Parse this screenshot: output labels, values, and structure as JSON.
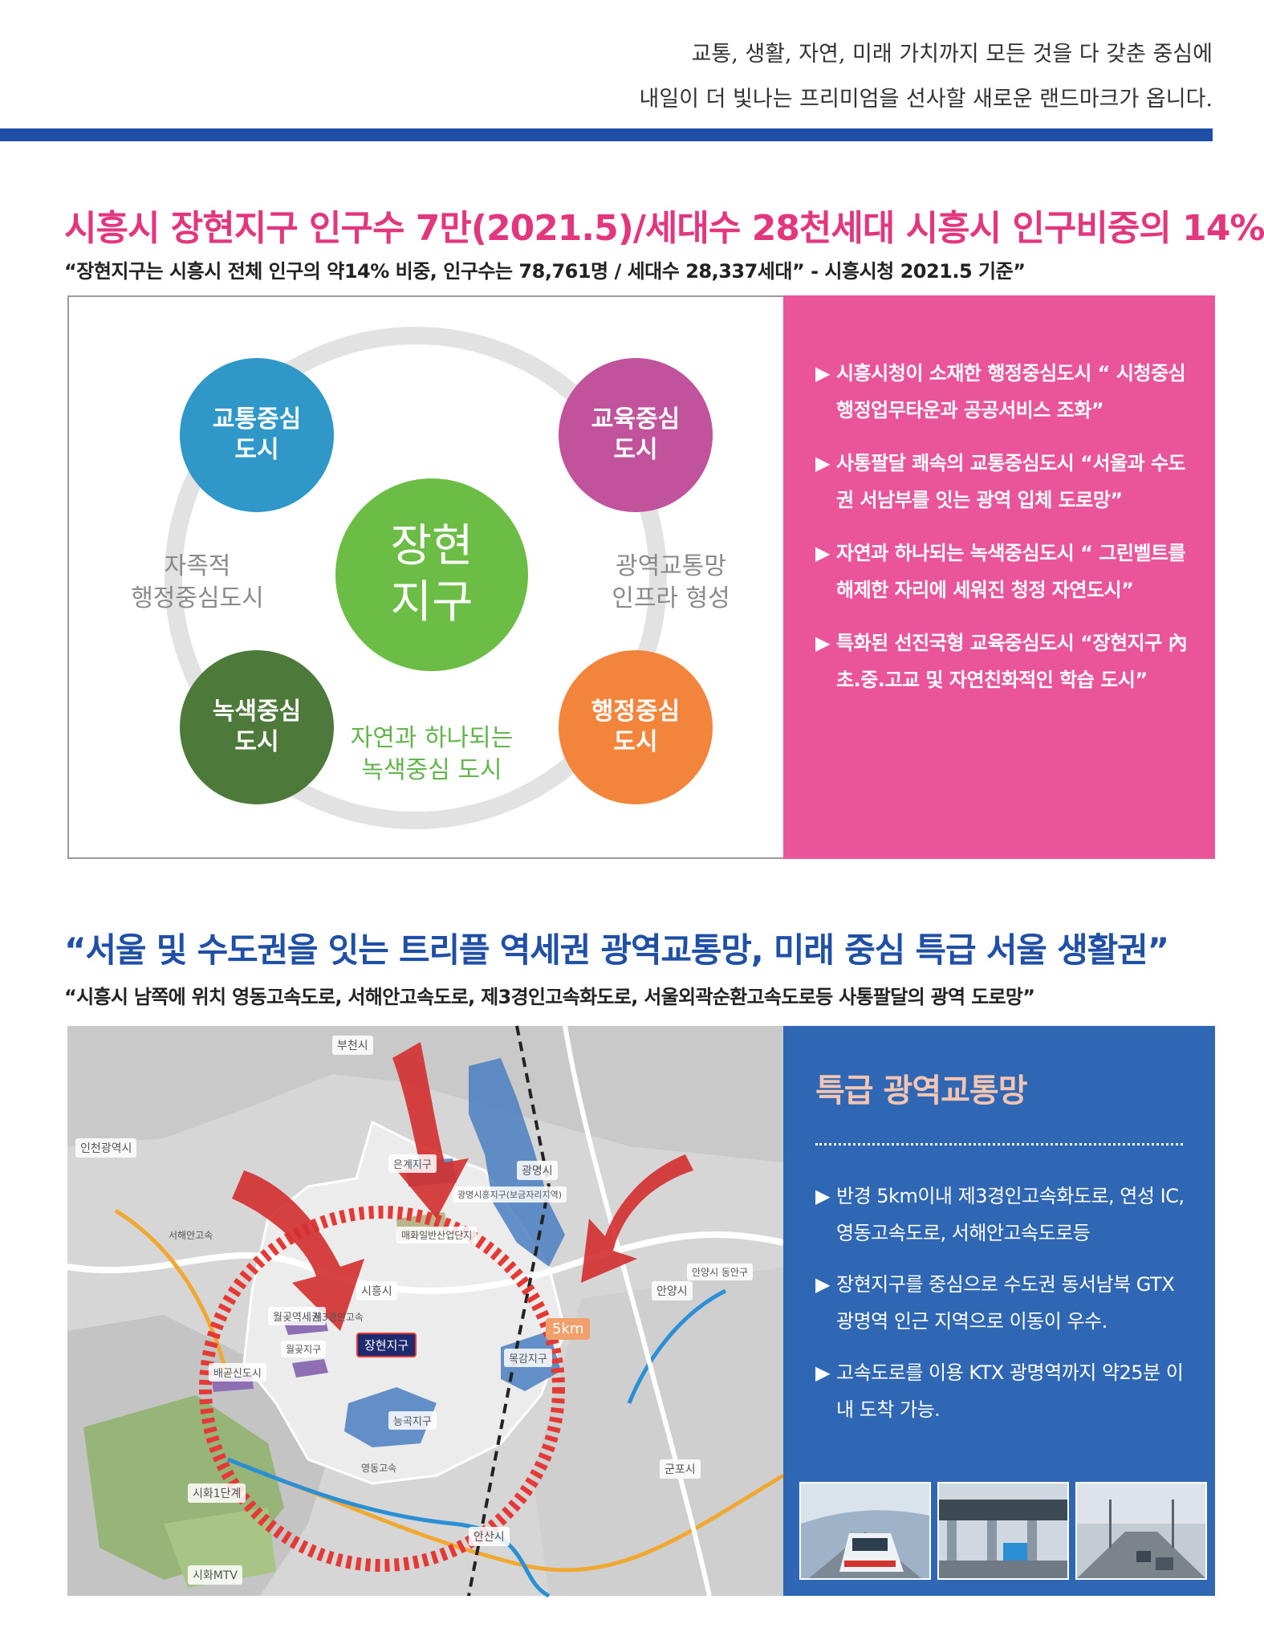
{
  "intro": {
    "line1": "교통, 생활, 자연, 미래 가치까지 모든 것을 다 갖춘 중심에",
    "line2": "내일이 더 빛나는 프리미엄을 선사할 새로운 랜드마크가 옵니다."
  },
  "section1": {
    "title": "시흥시 장현지구 인구수 7만(2021.5)/세대수 28천세대 시흥시 인구비중의 14%",
    "subtitle": "“장현지구는 시흥시 전체 인구의 약14% 비중, 인구수는 78,761명 / 세대수 28,337세대”  -  시흥시청 2021.5 기준”",
    "diagram": {
      "center": {
        "line1": "장현",
        "line2": "지구"
      },
      "top_left": {
        "line1": "교통중심",
        "line2": "도시"
      },
      "top_right": {
        "line1": "교육중심",
        "line2": "도시"
      },
      "bottom_left": {
        "line1": "녹색중심",
        "line2": "도시"
      },
      "bottom_right": {
        "line1": "행정중심",
        "line2": "도시"
      },
      "left_text": {
        "line1": "자족적",
        "line2": "행정중심도시"
      },
      "right_text": {
        "line1": "광역교통망",
        "line2": "인프라 형성"
      },
      "bottom_text": {
        "line1": "자연과 하나되는",
        "line2": "녹색중심 도시"
      }
    },
    "panel_bullets": [
      "시흥시청이 소재한 행정중심도시 “ 시청중심 행정업무타운과 공공서비스 조화”",
      "사통팔달 쾌속의 교통중심도시 “서울과 수도권 서남부를 잇는 광역 입체 도로망”",
      "자연과 하나되는 녹색중심도시 “ 그린벨트를 해제한 자리에 세워진 청정 자연도시”",
      "특화된 선진국형 교육중심도시 “장현지구 內 초.중.고교 및 자연친화적인 학습 도시”"
    ],
    "arrow": "▶"
  },
  "section2": {
    "title": "“서울 및 수도권을 잇는 트리플 역세권 광역교통망, 미래 중심 특급 서울 생활권”",
    "subtitle": "“시흥시 남쪽에 위치 영동고속도로, 서해안고속도로, 제3경인고속화도로, 서울외곽순환고속도로등 사통팔달의 광역 도로망”",
    "panel_title": "특급 광역교통망",
    "panel_bullets": [
      "반경 5km이내 제3경인고속화도로, 연성 IC, 영동고속도로, 서해안고속도로등",
      "장현지구를 중심으로 수도권 동서남북 GTX광명역 인근 지역으로 이동이 우수.",
      "고속도로를 이용 KTX 광명역까지 약25분 이내 도착 가능."
    ],
    "map": {
      "labels": {
        "bucheon": "부천시",
        "incheon": "인천광역시",
        "gwangmyeong": "광명시",
        "anyang": "안양시",
        "siheung": "시흥시",
        "janghyeon": "장현지구",
        "gunpo": "군포시",
        "ansan": "안산시",
        "radius": "5km",
        "sihwa1": "시화1단계",
        "sihwamtv": "시화MTV",
        "mokgam": "목감지구",
        "eungye": "은계지구",
        "wolgot": "월곶역세권",
        "baegot": "배곧신도시",
        "gwanggok": "능곡지구",
        "ilban": "매화일반산업단지",
        "jesam": "제3경인고속",
        "yeongdong": "영동고속",
        "wolgotj": "월곶지구",
        "gwangmyeongsi": "광명시흥지구(보금자리지역)",
        "anyang2": "안양시 동안구",
        "seohae": "서해안고속"
      },
      "colors": {
        "ring": "#e53935",
        "arrow": "#d32f2f",
        "district": "#4a7fc1",
        "green": "#8fb36b"
      }
    }
  }
}
